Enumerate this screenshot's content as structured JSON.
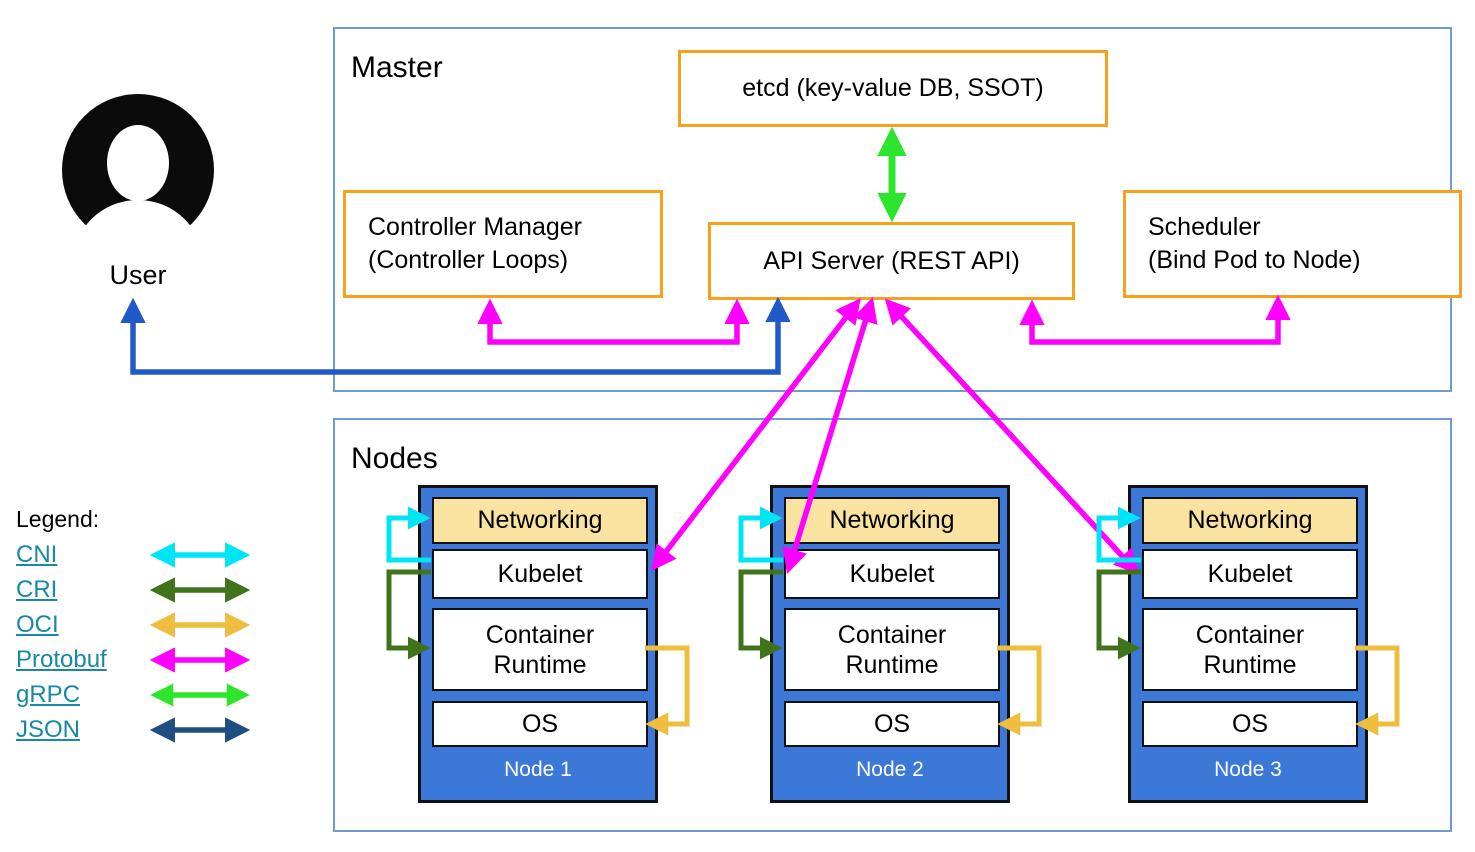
{
  "master": {
    "title": "Master",
    "etcd_label": "etcd (key-value DB, SSOT)",
    "controller_manager": [
      "Controller Manager",
      "(Controller Loops)"
    ],
    "api_server_label": "API Server (REST API)",
    "scheduler": [
      "Scheduler",
      "(Bind Pod to Node)"
    ]
  },
  "user": {
    "label": "User"
  },
  "nodes_section": {
    "title": "Nodes",
    "layers": {
      "networking": "Networking",
      "kubelet": "Kubelet",
      "container_runtime": "Container Runtime",
      "os": "OS"
    },
    "items": [
      {
        "label": "Node 1"
      },
      {
        "label": "Node 2"
      },
      {
        "label": "Node 3"
      }
    ]
  },
  "legend": {
    "title": "Legend:",
    "items": [
      {
        "label": "CNI",
        "color": "#00E5F6"
      },
      {
        "label": "CRI",
        "color": "#3F741D"
      },
      {
        "label": "OCI",
        "color": "#EFBE3E"
      },
      {
        "label": "Protobuf",
        "color": "#FF00FF"
      },
      {
        "label": "gRPC",
        "color": "#2EE52E"
      },
      {
        "label": "JSON",
        "color": "#1F4E83"
      }
    ]
  },
  "colors": {
    "cni": "#00E5F6",
    "cri": "#3F741D",
    "oci": "#EFBE3E",
    "protobuf": "#FF00FF",
    "grpc": "#2EE52E",
    "json": "#1F4E83",
    "user_api_arrow": "#2159C9",
    "box_border_orange": "#F6A01C",
    "section_border": "#6E9CD2",
    "node_fill": "#3C78D8",
    "networking_fill": "#FAE3A0",
    "legend_link": "#1789A6"
  },
  "edges": [
    {
      "from": "etcd",
      "to": "api_server",
      "protocol": "gRPC",
      "bidirectional": true
    },
    {
      "from": "controller_manager",
      "to": "api_server",
      "protocol": "Protobuf",
      "bidirectional": true
    },
    {
      "from": "scheduler",
      "to": "api_server",
      "protocol": "Protobuf",
      "bidirectional": true
    },
    {
      "from": "user",
      "to": "api_server",
      "protocol": "JSON",
      "bidirectional": true
    },
    {
      "from": "api_server",
      "to": "node1.kubelet",
      "protocol": "Protobuf",
      "bidirectional": true
    },
    {
      "from": "api_server",
      "to": "node2.kubelet",
      "protocol": "Protobuf",
      "bidirectional": true
    },
    {
      "from": "api_server",
      "to": "node3.kubelet",
      "protocol": "Protobuf",
      "bidirectional": true
    },
    {
      "from": "kubelet",
      "to": "networking",
      "protocol": "CNI",
      "per_node": true
    },
    {
      "from": "kubelet",
      "to": "container_runtime",
      "protocol": "CRI",
      "per_node": true
    },
    {
      "from": "container_runtime",
      "to": "os",
      "protocol": "OCI",
      "per_node": true
    }
  ]
}
